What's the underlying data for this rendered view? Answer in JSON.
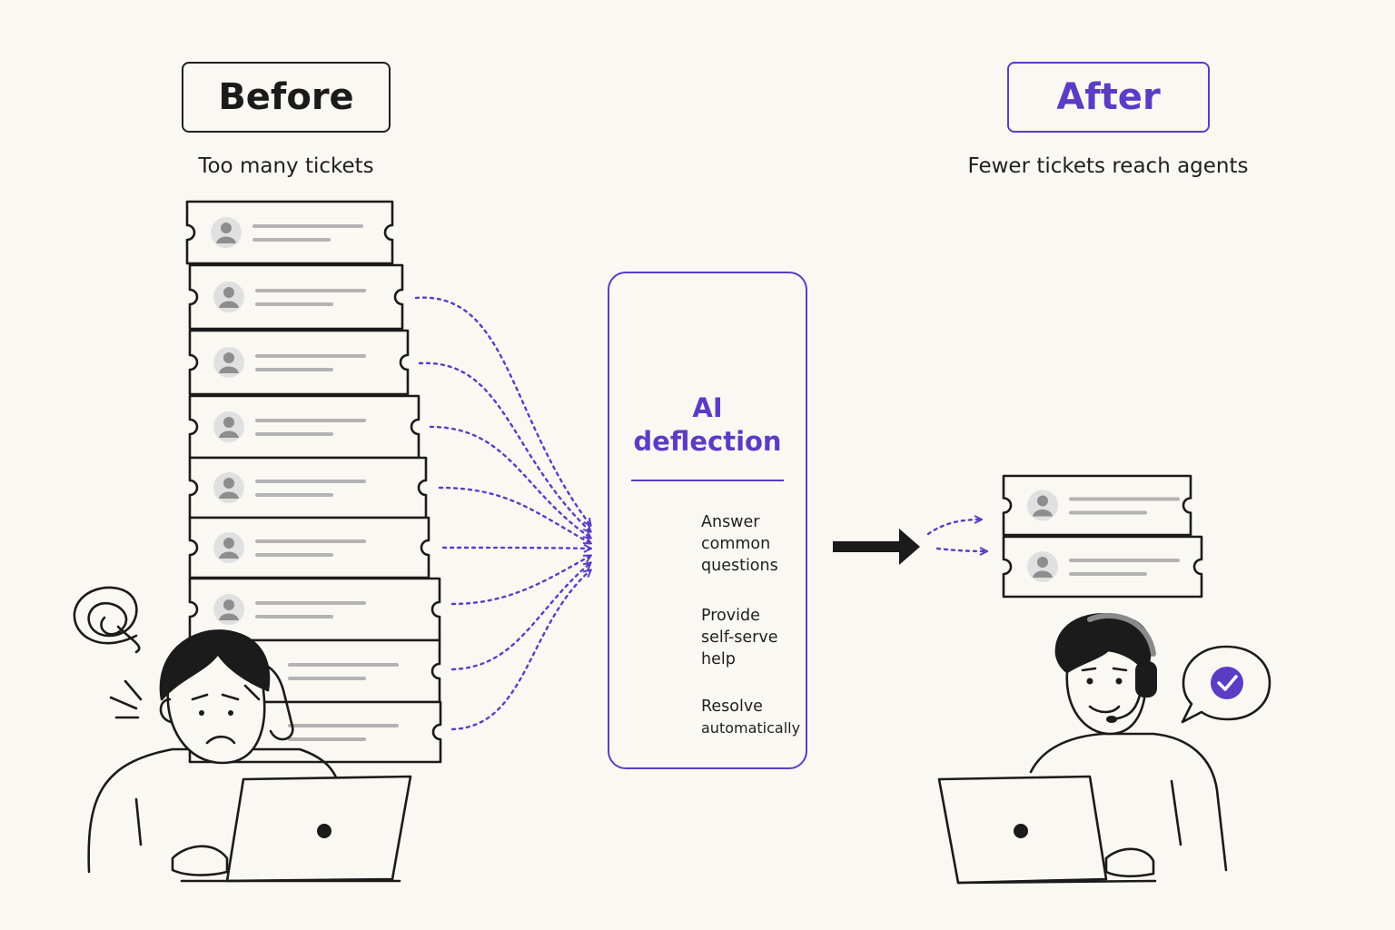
{
  "before": {
    "label": "Before",
    "caption": "Too many tickets"
  },
  "after": {
    "label": "After",
    "caption": "Fewer tickets reach agents"
  },
  "deflection": {
    "title_line1": "AI",
    "title_line2": "deflection",
    "features": [
      {
        "icon": "question-bubble-icon",
        "lines": [
          "Answer",
          "common",
          "questions"
        ]
      },
      {
        "icon": "open-book-icon",
        "lines": [
          "Provide",
          "self-serve",
          "help"
        ]
      },
      {
        "icon": "check-circle-icon",
        "lines": [
          "Resolve",
          "automatically"
        ]
      }
    ]
  },
  "colors": {
    "accent": "#5b3cc4",
    "ink": "#1f1f1f",
    "background": "#faf8f3",
    "placeholder_line": "#b3b3b3"
  }
}
